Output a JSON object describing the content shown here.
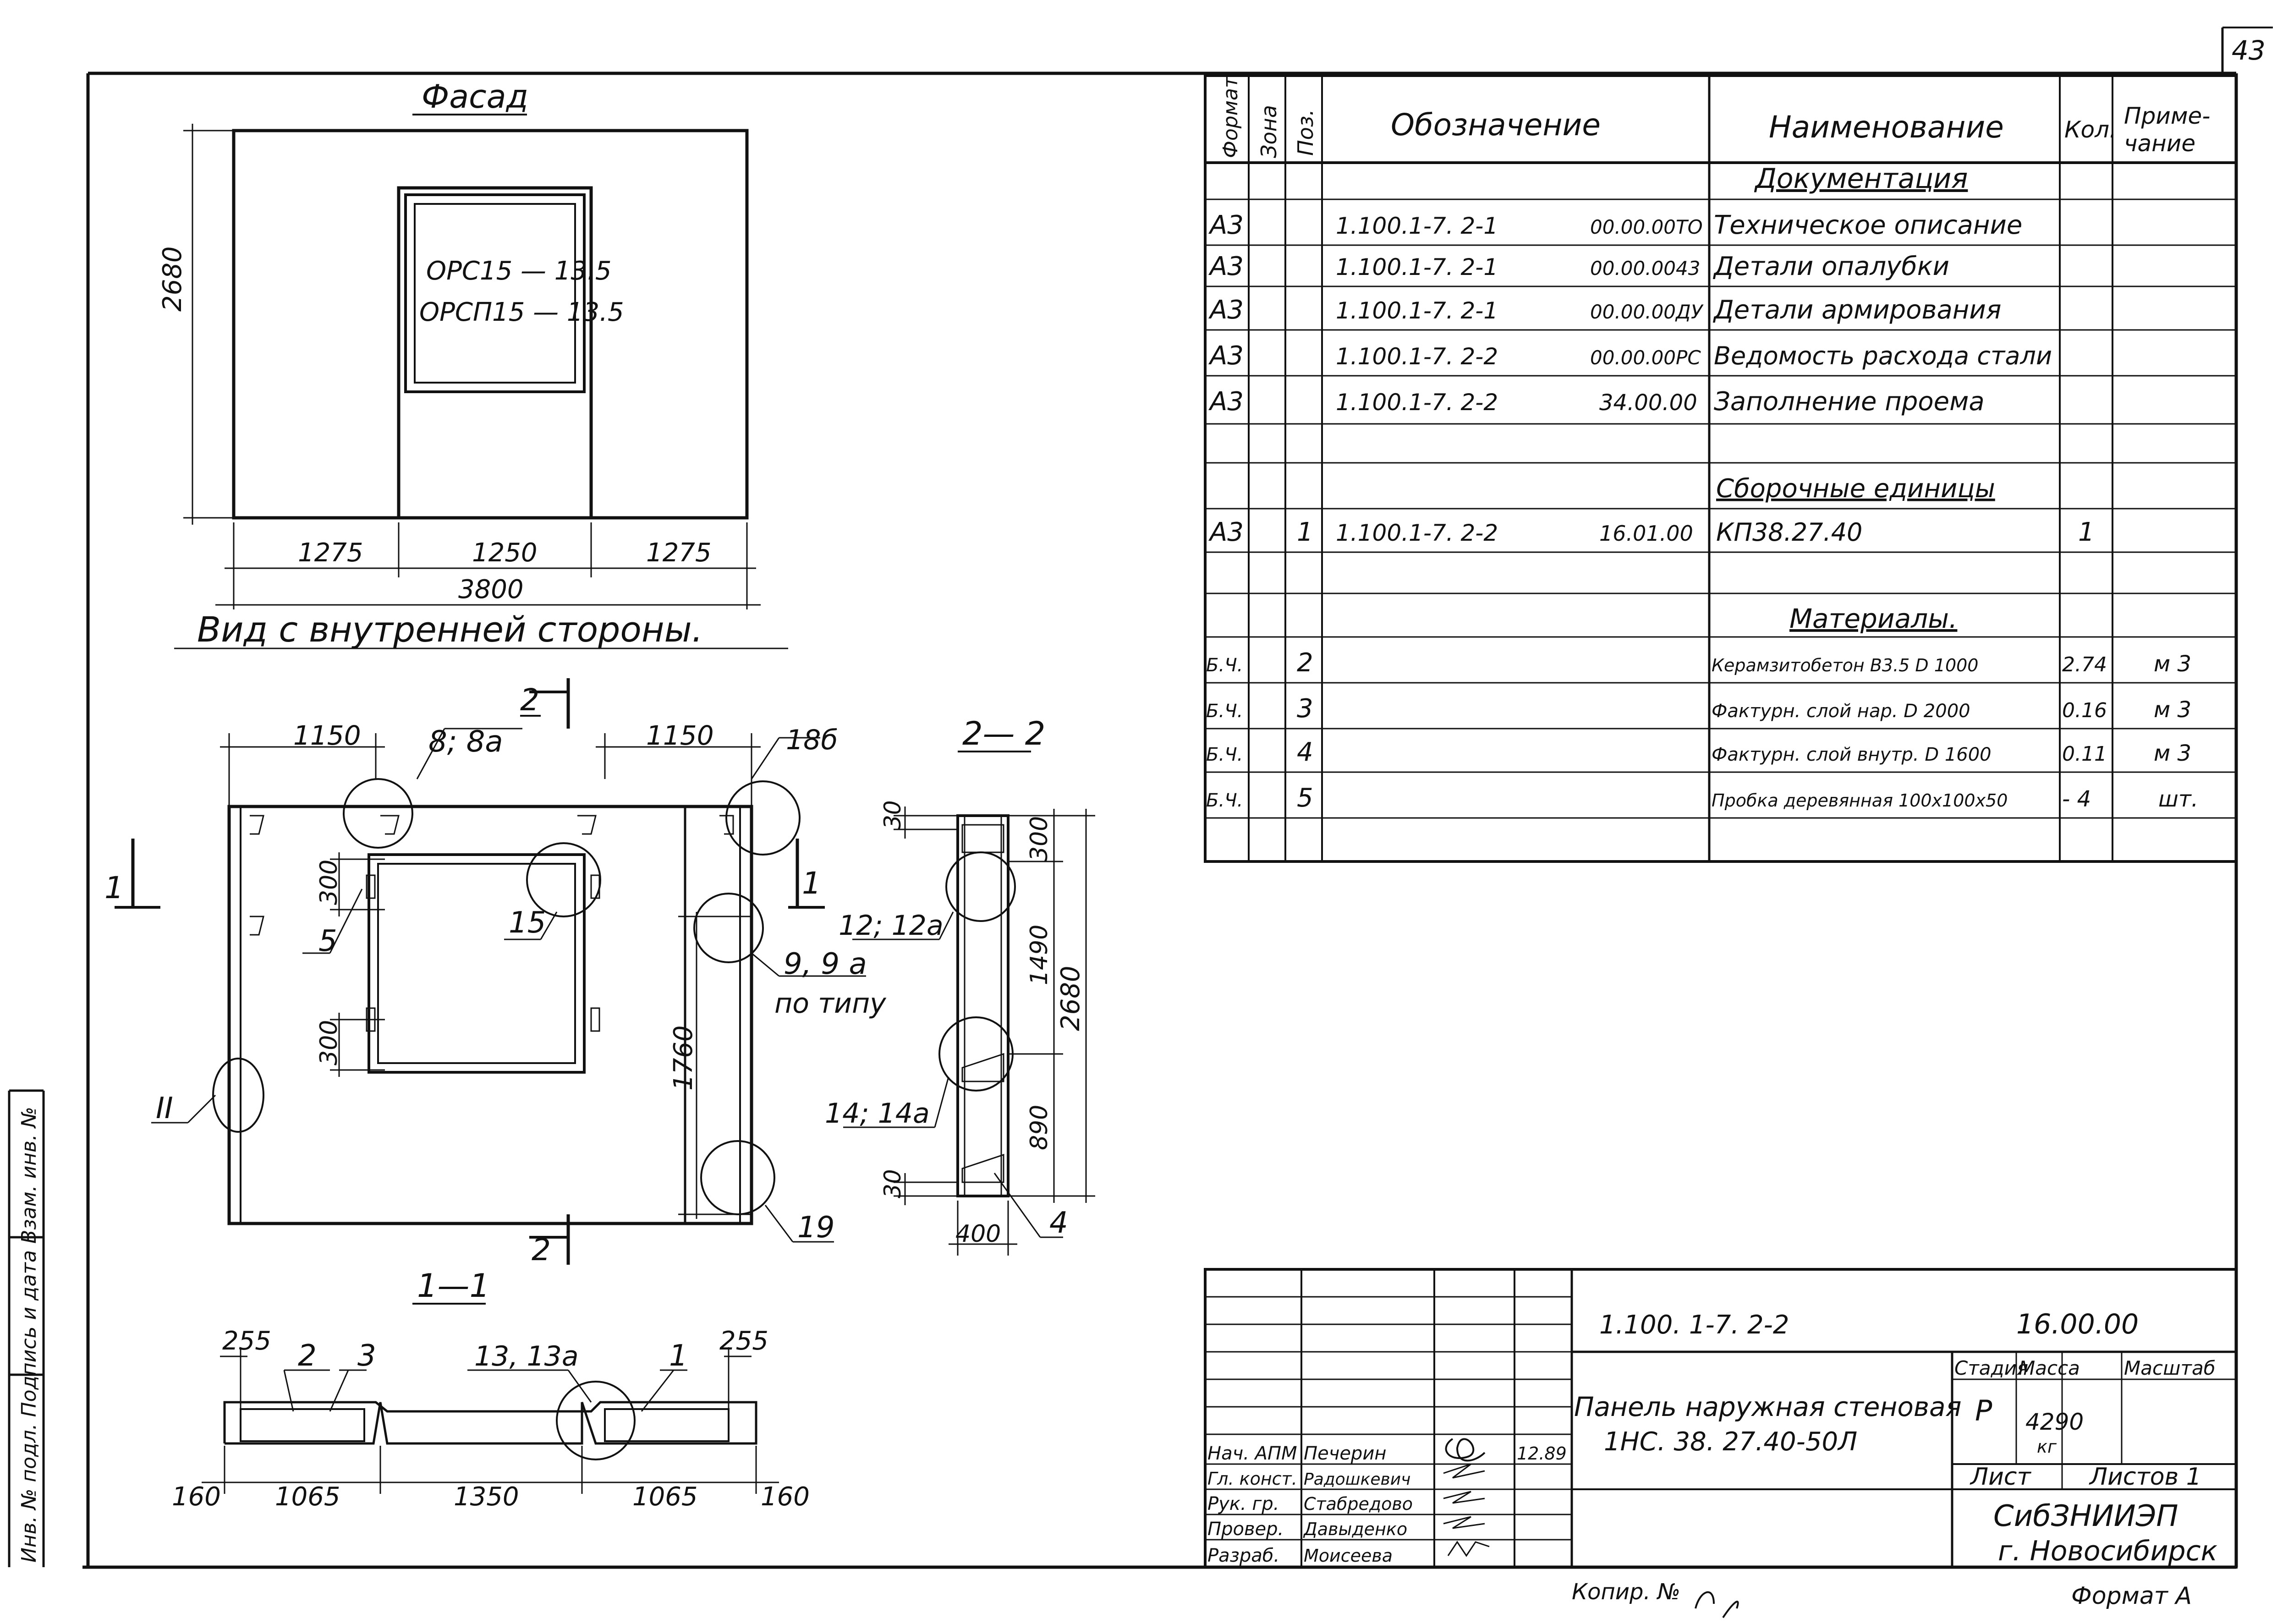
{
  "sheet": {
    "sheet_number": "43",
    "facade": {
      "title": "Фасад",
      "height_dim": "2680",
      "dims_bottom": [
        "1275",
        "1250",
        "1275"
      ],
      "total_width": "3800",
      "window_labels": [
        "ОРС15 — 13.5",
        "ОРСП15 — 13.5"
      ]
    },
    "inner_view": {
      "title": "Вид с внутренней стороны.",
      "dims_top": [
        "1150",
        "1150"
      ],
      "callouts": {
        "c8": "8; 8а",
        "c18": "18б",
        "c15": "15",
        "c5": "5",
        "c9": "9, 9 а",
        "c9_note": "по типу",
        "cII": "II",
        "c19": "19"
      },
      "dims": {
        "d300a": "300",
        "d300b": "300",
        "d1760": "1760"
      },
      "section_marks": {
        "s2": "2",
        "s1": "1"
      }
    },
    "section_11": {
      "title": "1—1",
      "callouts": {
        "a255": "255",
        "b255": "255",
        "n2": "2",
        "n3": "3",
        "n13": "13, 13а",
        "n1": "1"
      },
      "dims": [
        "160",
        "1065",
        "1350",
        "1065",
        "160"
      ]
    },
    "section_22": {
      "title": "2— 2",
      "dims": {
        "top30": "30",
        "d300": "300",
        "d1490": "1490",
        "d2680": "2680",
        "d890": "890",
        "bottom30": "30",
        "d400": "400"
      },
      "callouts": {
        "c12": "12; 12а",
        "c14": "14; 14а",
        "c4": "4"
      }
    },
    "spec_table": {
      "headers": {
        "format": "Формат",
        "zone": "Зона",
        "pos": "Поз.",
        "designation": "Обозначение",
        "name": "Наименование",
        "qty": "Кол.",
        "note": "Приме-\nчание"
      },
      "sections": {
        "docs": "Документация",
        "units": "Сборочные единицы",
        "materials": "Материалы."
      },
      "docs": [
        {
          "format": "А3",
          "des": "1.100.1-7. 2-1",
          "code": "00.00.00ТО",
          "name": "Техническое описание"
        },
        {
          "format": "А3",
          "des": "1.100.1-7. 2-1",
          "code": "00.00.0043",
          "name": "Детали опалубки"
        },
        {
          "format": "А3",
          "des": "1.100.1-7. 2-1",
          "code": "00.00.00ДУ",
          "name": "Детали армирования"
        },
        {
          "format": "А3",
          "des": "1.100.1-7. 2-2",
          "code": "00.00.00РС",
          "name": "Ведомость расхода стали"
        },
        {
          "format": "А3",
          "des": "1.100.1-7. 2-2",
          "code": "34.00.00",
          "name": "Заполнение проема"
        }
      ],
      "unit": {
        "format": "А3",
        "pos": "1",
        "des": "1.100.1-7. 2-2",
        "code": "16.01.00",
        "name": "КП38.27.40",
        "qty": "1"
      },
      "materials": [
        {
          "format": "Б.Ч.",
          "pos": "2",
          "name": "Керамзитобетон В3.5 D 1000",
          "qty": "2.74",
          "unit": "м 3"
        },
        {
          "format": "Б.Ч.",
          "pos": "3",
          "name": "Фактурн. слой нар. D 2000",
          "qty": "0.16",
          "unit": "м 3"
        },
        {
          "format": "Б.Ч.",
          "pos": "4",
          "name": "Фактурн. слой внутр. D 1600",
          "qty": "0.11",
          "unit": "м 3"
        },
        {
          "format": "Б.Ч.",
          "pos": "5",
          "name": "Пробка деревянная 100х100х50",
          "qty": "- 4",
          "unit": "шт."
        }
      ]
    },
    "title_block": {
      "designation": "1.100. 1-7. 2-2",
      "code": "16.00.00",
      "title_line1": "Панель наружная стеновая",
      "title_line2": "1НС. 38. 27.40-50Л",
      "stage_h": "Стадия",
      "mass_h": "Масса",
      "scale_h": "Масштаб",
      "stage": "Р",
      "mass": "4290",
      "mass_unit": "кг",
      "sheet_h": "Лист",
      "sheets_h": "Листов 1",
      "org1": "СибЗНИИЭП",
      "org2": "г. Новосибирск",
      "roles": [
        {
          "role": "Нач. АПМ",
          "name": "Печерин",
          "date": "12.89"
        },
        {
          "role": "Гл. конст.",
          "name": "Радошкевич",
          "date": ""
        },
        {
          "role": "Рук. гр.",
          "name": "Стабредово",
          "date": ""
        },
        {
          "role": "Провер.",
          "name": "Давыденко",
          "date": ""
        },
        {
          "role": "Разраб.",
          "name": "Моисеева",
          "date": ""
        }
      ]
    },
    "side_stamp": "Инв. № подл.   Подпись и дата   Взам. инв. №",
    "footer": {
      "copy": "Копир. №",
      "format": "Формат А"
    }
  }
}
